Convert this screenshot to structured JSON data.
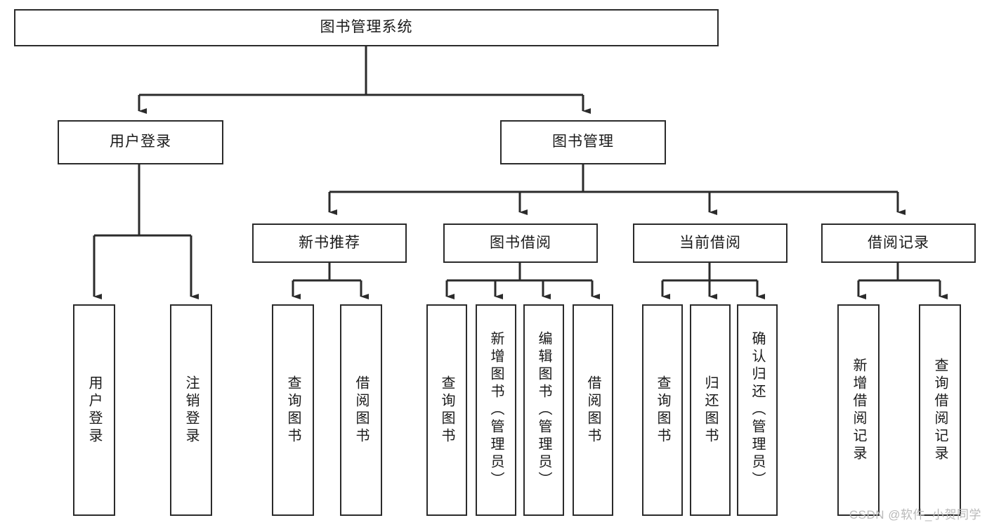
{
  "diagram": {
    "title": "图书管理系统",
    "watermark": "CSDN @软件_小贺同学",
    "stroke_color": "#2b2b2b",
    "background_color": "#ffffff",
    "text_color": "#1a1a1a",
    "watermark_color": "#b9b9b9",
    "root": {
      "label": "图书管理系统"
    },
    "level2": [
      {
        "label": "用户登录"
      },
      {
        "label": "图书管理"
      }
    ],
    "level3": [
      {
        "label": "新书推荐"
      },
      {
        "label": "图书借阅"
      },
      {
        "label": "当前借阅"
      },
      {
        "label": "借阅记录"
      }
    ],
    "leaves": {
      "user_login": [
        {
          "label": "用户登录"
        },
        {
          "label": "注销登录"
        }
      ],
      "new_book_recommend": [
        {
          "label": "查询图书"
        },
        {
          "label": "借阅图书"
        }
      ],
      "book_borrow": [
        {
          "label": "查询图书"
        },
        {
          "label": "新增图书（管理员）"
        },
        {
          "label": "编辑图书（管理员）"
        },
        {
          "label": "借阅图书"
        }
      ],
      "current_borrow": [
        {
          "label": "查询图书"
        },
        {
          "label": "归还图书"
        },
        {
          "label": "确认归还（管理员）"
        }
      ],
      "borrow_record": [
        {
          "label": "新增借阅记录"
        },
        {
          "label": "查询借阅记录"
        }
      ]
    }
  }
}
